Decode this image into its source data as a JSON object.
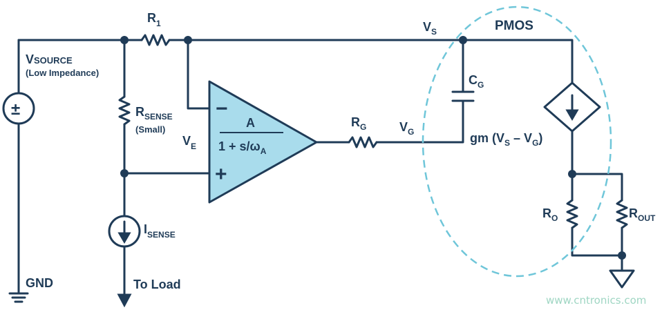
{
  "colors": {
    "wire": "#1f3b57",
    "amp_fill": "#a9dcec",
    "ellipse": "#6fc6d9",
    "watermark": "#9fd6c3"
  },
  "labels": {
    "r1": "R",
    "r1_sub": "1",
    "vs": "V",
    "vs_sub": "S",
    "pmos": "PMOS",
    "vsource": "V",
    "vsource_sub": "SOURCE",
    "vsource_note": "(Low Impedance)",
    "rsense": "R",
    "rsense_sub": "SENSE",
    "rsense_note": "(Small)",
    "ve": "V",
    "ve_sub": "E",
    "amp_num": "A",
    "amp_den_main": "1 + s/ω",
    "amp_den_sub": "A",
    "amp_minus": "−",
    "amp_plus": "+",
    "rg": "R",
    "rg_sub": "G",
    "vg": "V",
    "vg_sub": "G",
    "cg": "C",
    "cg_sub": "G",
    "gm_pre": "gm (V",
    "gm_s": "S",
    "gm_mid": " – V",
    "gm_g": "G",
    "gm_post": ")",
    "ro": "R",
    "ro_sub": "O",
    "rout": "R",
    "rout_sub": "OUT",
    "isense": "I",
    "isense_sub": "SENSE",
    "gnd": "GND",
    "to_load": "To Load",
    "source_symbol": "±",
    "watermark": "www.cntronics.com"
  }
}
